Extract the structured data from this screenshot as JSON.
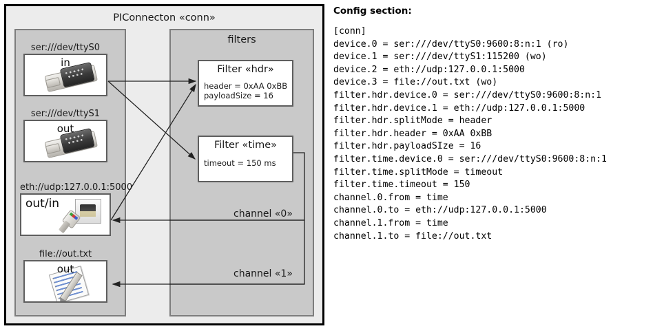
{
  "diagram": {
    "title": "PIConnecton «conn»",
    "devices_panel": {
      "nodes": [
        {
          "caption": "ser:///dev/ttyS0",
          "label": "in",
          "icon": "serial-port-icon"
        },
        {
          "caption": "ser:///dev/ttyS1",
          "label": "out",
          "icon": "serial-port-icon"
        },
        {
          "caption": "eth://udp:127.0.0.1:5000",
          "label": "out/in",
          "icon": "ethernet-icon"
        },
        {
          "caption": "file://out.txt",
          "label": "out",
          "icon": "document-icon"
        }
      ]
    },
    "filters_panel": {
      "title": "filters",
      "filters": [
        {
          "title": "Filter «hdr»",
          "props": [
            "header = 0xAA 0xBB",
            "payloadSize = 16"
          ]
        },
        {
          "title": "Filter «time»",
          "props": [
            "timeout = 150 ms"
          ]
        }
      ],
      "channels": [
        {
          "label": "channel «0»"
        },
        {
          "label": "channel «1»"
        }
      ]
    },
    "colors": {
      "outer_background": "#ececec",
      "panel_background": "#c9c9c9",
      "panel_border": "#7d7d7d",
      "node_border": "#5e5e5e",
      "wire": "#222222",
      "outer_border": "#000000"
    }
  },
  "config": {
    "heading": "Config section:",
    "lines": [
      "[conn]",
      "device.0 = ser:///dev/ttyS0:9600:8:n:1 (ro)",
      "device.1 = ser:///dev/ttyS1:115200 (wo)",
      "device.2 = eth://udp:127.0.0.1:5000",
      "device.3 = file://out.txt (wo)",
      "filter.hdr.device.0 = ser:///dev/ttyS0:9600:8:n:1",
      "filter.hdr.device.1 = eth://udp:127.0.0.1:5000",
      "filter.hdr.splitMode = header",
      "filter.hdr.header = 0xAA 0xBB",
      "filter.hdr.payloadSIze = 16",
      "filter.time.device.0 = ser:///dev/ttyS0:9600:8:n:1",
      "filter.time.splitMode = timeout",
      "filter.time.timeout = 150",
      "channel.0.from = time",
      "channel.0.to = eth://udp:127.0.0.1:5000",
      "channel.1.from = time",
      "channel.1.to = file://out.txt"
    ]
  }
}
